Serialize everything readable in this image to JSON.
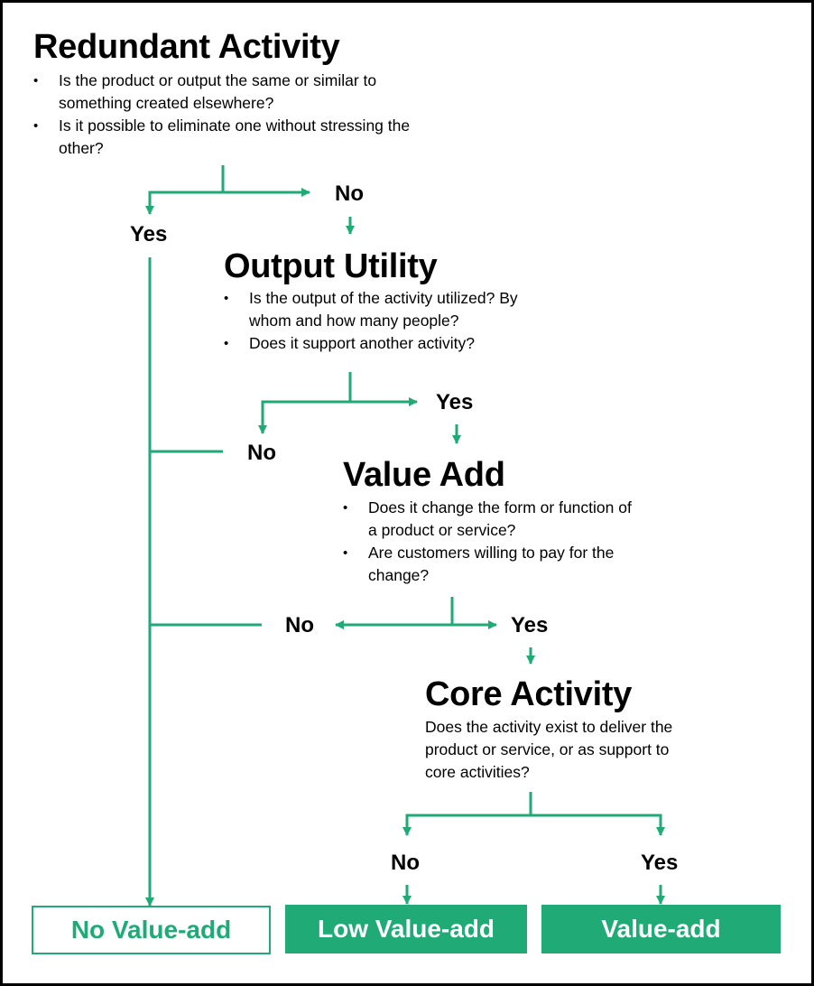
{
  "colors": {
    "accent": "#1faa76",
    "text": "#000000",
    "border": "#000000"
  },
  "redundant": {
    "title": "Redundant Activity",
    "bullets": [
      "Is the product or output the same or similar to something created elsewhere?",
      "Is it possible to eliminate one without stressing the other?"
    ],
    "yes": "Yes",
    "no": "No"
  },
  "utility": {
    "title": "Output Utility",
    "bullets": [
      "Is the output of the activity utilized? By whom and how many people?",
      "Does it support another activity?"
    ],
    "yes": "Yes",
    "no": "No"
  },
  "value_add": {
    "title": "Value Add",
    "bullets": [
      "Does it change the form or function of a product or service?",
      "Are customers willing to pay for the change?"
    ],
    "yes": "Yes",
    "no": "No"
  },
  "core": {
    "title": "Core Activity",
    "text": "Does the activity exist to deliver the product or service, or as support to core activities?",
    "yes": "Yes",
    "no": "No"
  },
  "outcomes": {
    "no_value": "No Value-add",
    "low_value": "Low Value-add",
    "value": "Value-add"
  }
}
